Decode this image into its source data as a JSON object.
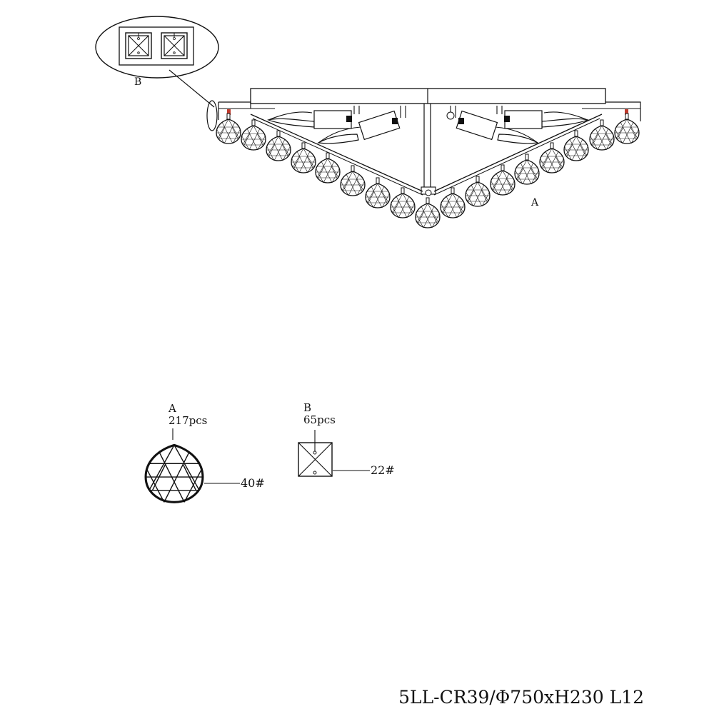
{
  "drawing": {
    "main_view": {
      "callout_label": "B",
      "crystal_label": "A"
    },
    "parts": [
      {
        "id": "A",
        "label": "A",
        "quantity": "217pcs",
        "size": "40#",
        "icon": "faceted-crystal-ball"
      },
      {
        "id": "B",
        "label": "B",
        "quantity": "65pcs",
        "size": "22#",
        "icon": "square-crystal-bead"
      }
    ],
    "model_line": "5LL-CR39/Φ750xH230 L12"
  },
  "colors": {
    "ink": "#111111",
    "marker": "#c0392b",
    "paper": "#ffffff"
  }
}
